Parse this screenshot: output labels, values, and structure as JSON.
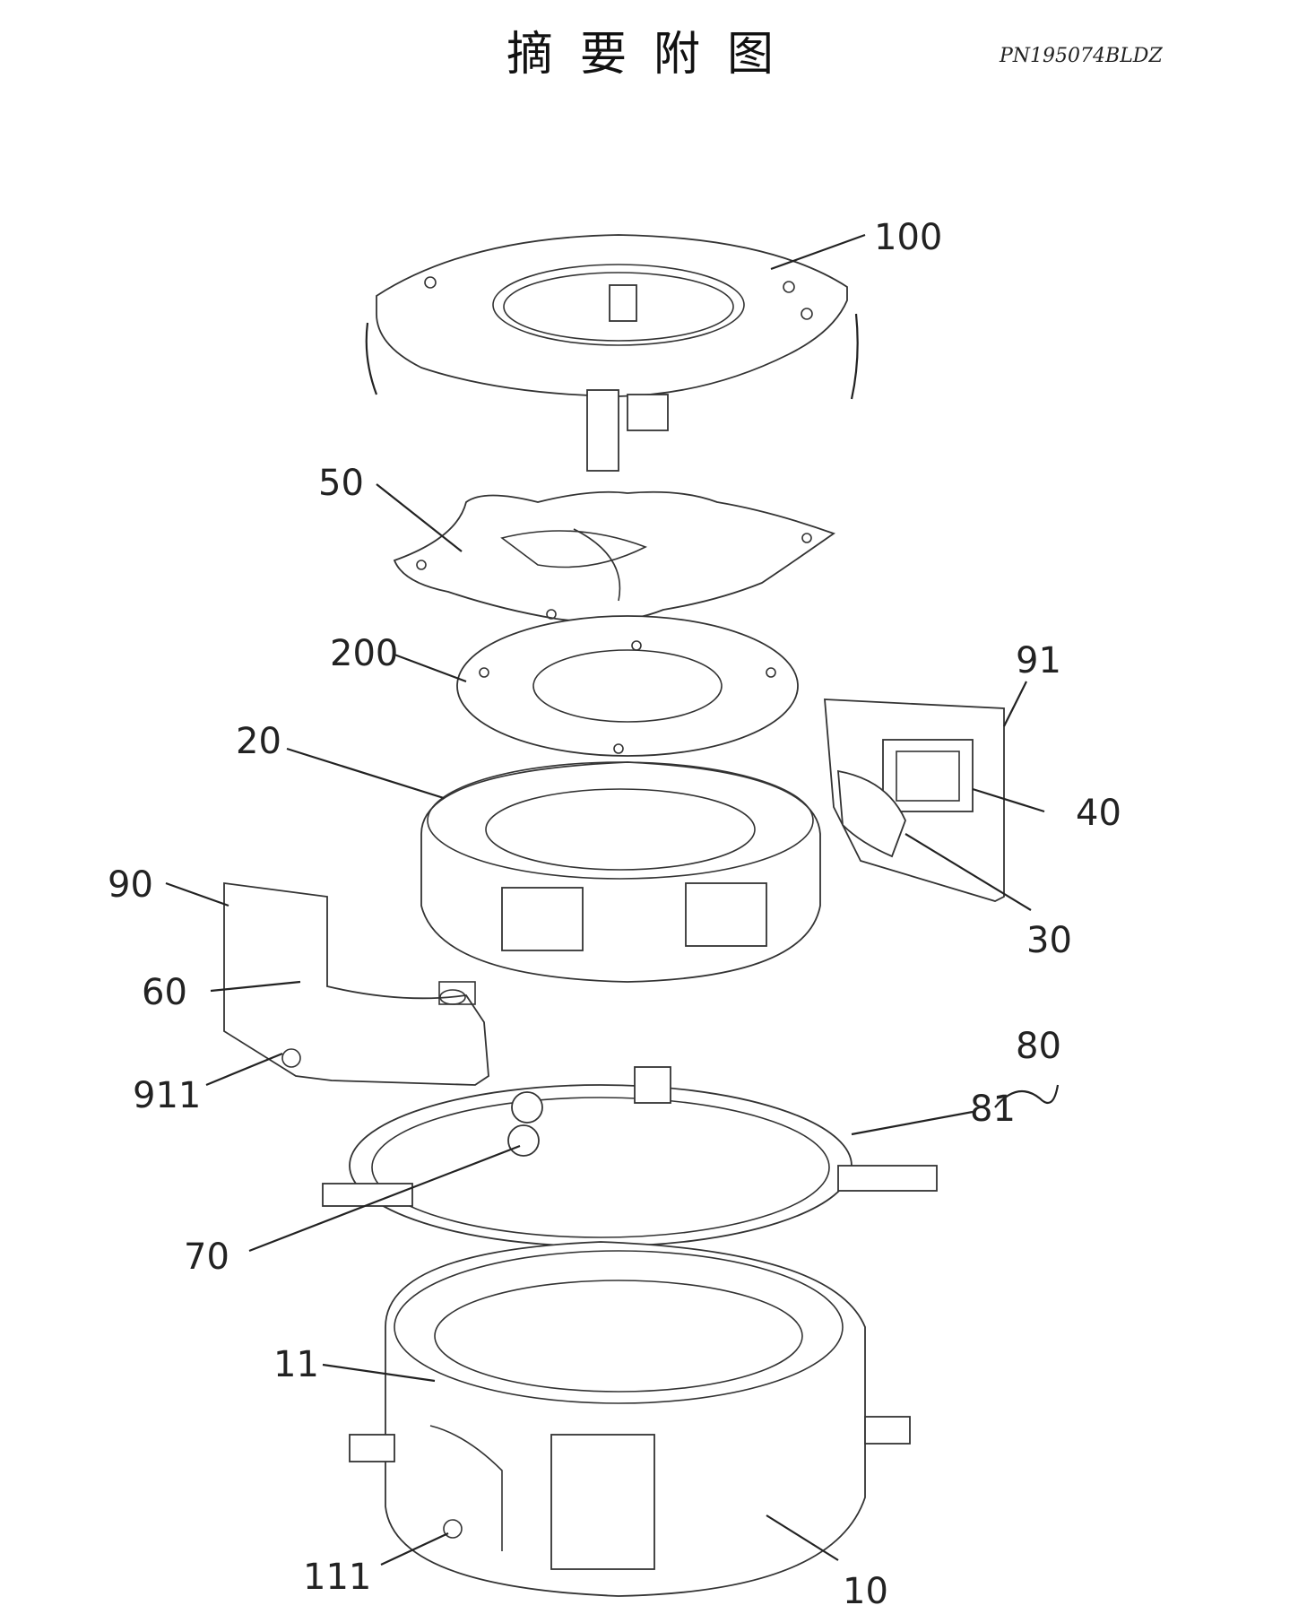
{
  "header": {
    "title": "摘要附图",
    "doc_number": "PN195074BLDZ"
  },
  "labels": {
    "l100": "100",
    "l50": "50",
    "l200": "200",
    "l91": "91",
    "l20": "20",
    "l40": "40",
    "l90": "90",
    "l30": "30",
    "l60": "60",
    "l80": "80",
    "l911": "911",
    "l81": "81",
    "l70": "70",
    "l11": "11",
    "l111": "111",
    "l10": "10"
  }
}
